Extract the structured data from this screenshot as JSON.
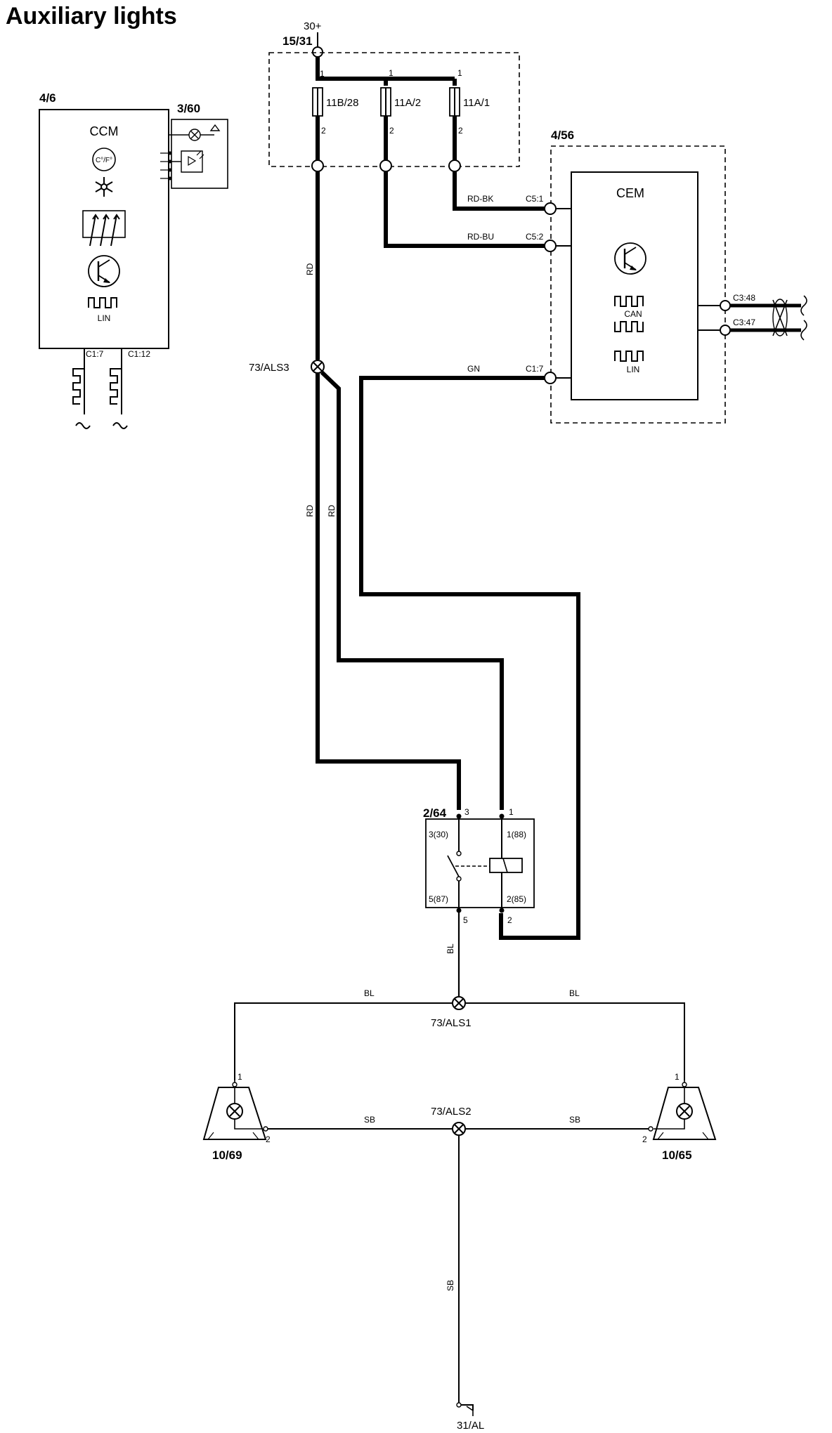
{
  "title": "Auxiliary lights",
  "supply": "30+",
  "ground": "31/AL",
  "fuse_box": {
    "ref": "15/31",
    "fuses": [
      {
        "name": "11B/28",
        "pin_in": "1",
        "pin_out": "2"
      },
      {
        "name": "11A/2",
        "pin_in": "1",
        "pin_out": "2"
      },
      {
        "name": "11A/1",
        "pin_in": "1",
        "pin_out": "2"
      }
    ]
  },
  "ccm": {
    "ref": "4/6",
    "name": "CCM",
    "temp_symbol": "C°/F°",
    "bus": "LIN",
    "connectors": [
      "C1:7",
      "C1:12"
    ],
    "panel_ref": "3/60"
  },
  "cem": {
    "ref": "4/56",
    "name": "CEM",
    "buses": [
      "CAN",
      "LIN"
    ],
    "connectors": [
      {
        "pin": "C5:1",
        "wire": "RD-BK"
      },
      {
        "pin": "C5:2",
        "wire": "RD-BU"
      },
      {
        "pin": "C1:7",
        "wire": "GN"
      }
    ],
    "can_pins": [
      "C3:48",
      "C3:47"
    ]
  },
  "wires": {
    "rd": "RD",
    "bl": "BL",
    "sb": "SB"
  },
  "splices": [
    "73/ALS3",
    "73/ALS1",
    "73/ALS2"
  ],
  "relay": {
    "ref": "2/64",
    "pins_top": [
      "3",
      "1"
    ],
    "pins_bottom": [
      "5",
      "2"
    ],
    "inner_labels": [
      "3(30)",
      "1(88)",
      "5(87)",
      "2(85)"
    ]
  },
  "lamps": [
    {
      "ref": "10/69",
      "pin1": "1",
      "pin2": "2"
    },
    {
      "ref": "10/65",
      "pin1": "1",
      "pin2": "2"
    }
  ]
}
